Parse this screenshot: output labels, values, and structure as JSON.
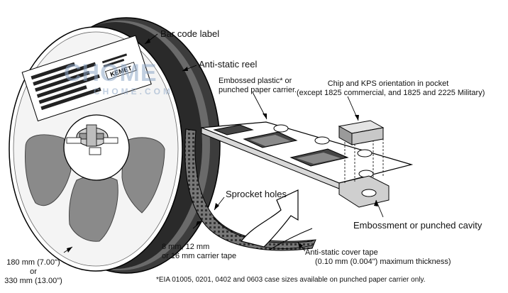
{
  "diagram": {
    "labels": {
      "bar_code_label": "Bar code label",
      "anti_static_reel": "Anti-static reel",
      "embossed_line1": "Embossed plastic* or",
      "embossed_line2": "punched paper carrier.",
      "chip_line1": "Chip and KPS orientation in pocket",
      "chip_line2": "(except 1825 commercial, and 1825 and 2225 Military)",
      "sprocket_holes": "Sprocket holes",
      "tape_line1": "8 mm, 12 mm",
      "tape_line2": "or 16 mm carrier tape",
      "cover_line1": "Anti-static cover tape",
      "cover_line2": "(0.10 mm (0.004\") maximum thickness)",
      "embossment": "Embossment or punched cavity",
      "reel_size_line1": "180 mm (7.00\")",
      "reel_size_line2": "or",
      "reel_size_line3": "330 mm (13.00\")",
      "footnote": "*EIA 01005, 0201, 0402 and 0603 case sizes available on punched paper carrier only."
    },
    "reel_label": {
      "brand": "KEMET"
    },
    "watermark": {
      "main": "CHOME",
      "sub": "CHOME.COM"
    }
  }
}
